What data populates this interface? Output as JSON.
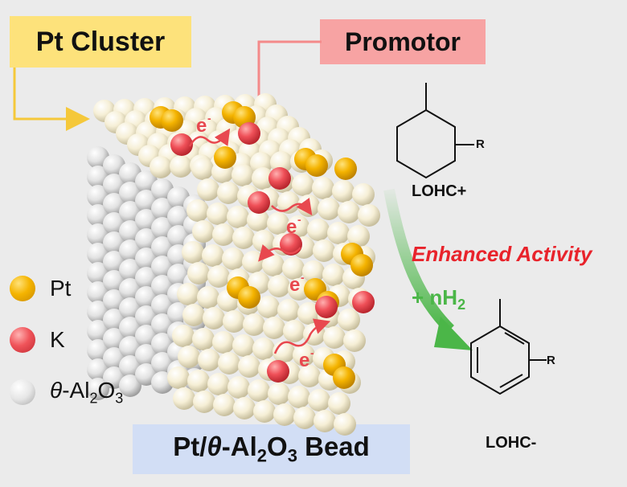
{
  "labels": {
    "pt_cluster": "Pt Cluster",
    "promotor": "Promotor",
    "bead": "Pt/θ-Al2O3 Bead",
    "electron": "e-",
    "enhanced_activity": "Enhanced Activity",
    "hydrogen": "+ nH2",
    "lohc_plus": "LOHC+",
    "lohc_minus": "LOHC-",
    "r_group": "R"
  },
  "legend": [
    {
      "key": "pt",
      "label": "Pt",
      "color": "#f5b400"
    },
    {
      "key": "k",
      "label": "K",
      "color": "#f0545a"
    },
    {
      "key": "al",
      "label": "θ-Al2O3",
      "color": "#e6e6e6"
    }
  ],
  "colors": {
    "pt_box": "#fde27b",
    "promotor_box": "#f7a3a3",
    "bead_box": "#d2def5",
    "activity_text": "#e8232b",
    "hydrogen_text": "#4bb648",
    "electron": "#e8484f"
  }
}
